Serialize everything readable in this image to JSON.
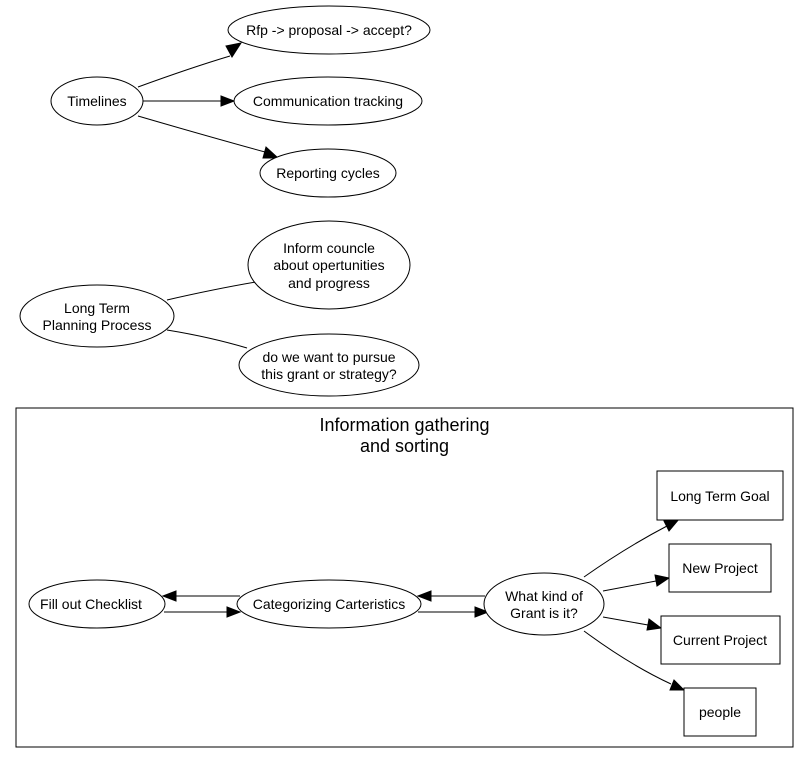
{
  "nodes": {
    "timelines": {
      "lines": [
        "Timelines"
      ]
    },
    "rfp": {
      "lines": [
        "Rfp -> proposal -> accept?"
      ]
    },
    "communication": {
      "lines": [
        "Communication tracking"
      ]
    },
    "reporting": {
      "lines": [
        "Reporting cycles"
      ]
    },
    "long_term_planning": {
      "lines": [
        "Long Term",
        "Planning Process"
      ]
    },
    "inform_councle": {
      "lines": [
        "Inform councle",
        "about opertunities",
        "and progress"
      ]
    },
    "pursue": {
      "lines": [
        "do we want to pursue",
        "this grant or strategy?"
      ]
    },
    "fill_out": {
      "lines": [
        "Fill out Checklist"
      ]
    },
    "categorizing": {
      "lines": [
        "Categorizing Carteristics"
      ]
    },
    "what_kind": {
      "lines": [
        "What kind of",
        "Grant is it?"
      ]
    },
    "long_term_goal": {
      "lines": [
        "Long Term Goal"
      ]
    },
    "new_project": {
      "lines": [
        "New Project"
      ]
    },
    "current_project": {
      "lines": [
        "Current Project"
      ]
    },
    "people": {
      "lines": [
        "people"
      ]
    }
  },
  "cluster": {
    "title_lines": [
      "Information gathering",
      "and sorting"
    ]
  },
  "edges": [
    {
      "from": "timelines",
      "to": "rfp",
      "directed": true
    },
    {
      "from": "timelines",
      "to": "communication",
      "directed": true
    },
    {
      "from": "timelines",
      "to": "reporting",
      "directed": true
    },
    {
      "from": "long_term_planning",
      "to": "inform_councle",
      "directed": false
    },
    {
      "from": "long_term_planning",
      "to": "pursue",
      "directed": false
    },
    {
      "from": "fill_out",
      "to": "categorizing",
      "directed": true
    },
    {
      "from": "categorizing",
      "to": "fill_out",
      "directed": true
    },
    {
      "from": "categorizing",
      "to": "what_kind",
      "directed": true
    },
    {
      "from": "what_kind",
      "to": "categorizing",
      "directed": true
    },
    {
      "from": "what_kind",
      "to": "long_term_goal",
      "directed": true
    },
    {
      "from": "what_kind",
      "to": "new_project",
      "directed": true
    },
    {
      "from": "what_kind",
      "to": "current_project",
      "directed": true
    },
    {
      "from": "what_kind",
      "to": "people",
      "directed": true
    }
  ]
}
